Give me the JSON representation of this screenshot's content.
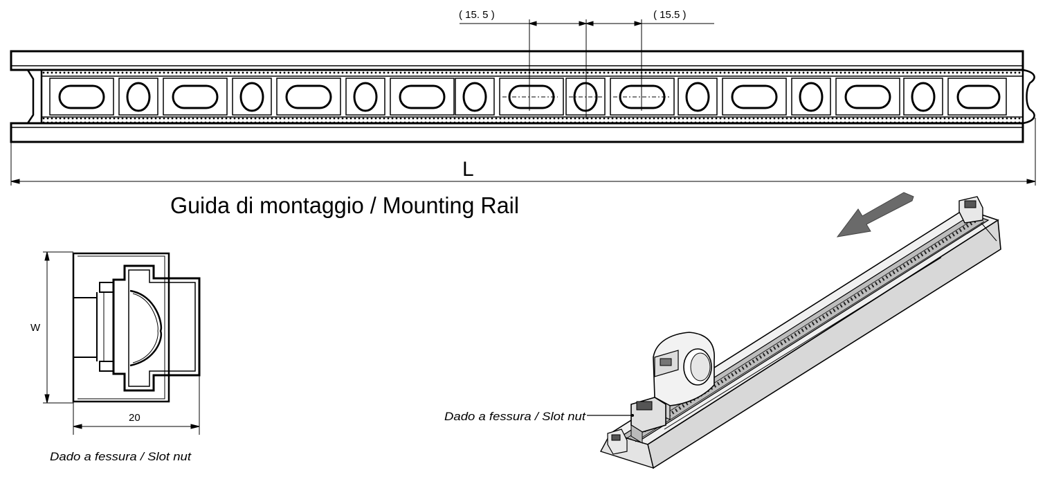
{
  "rail": {
    "dim_left": "( 15. 5 )",
    "dim_right": "( 15.5 )",
    "length_label": "L",
    "title": "Guida di montaggio / Mounting Rail"
  },
  "slot_nut": {
    "width_label": "W",
    "depth_label": "20",
    "caption": "Dado a fessura / Slot nut"
  },
  "isometric": {
    "callout": "Dado a fessura / Slot nut"
  }
}
